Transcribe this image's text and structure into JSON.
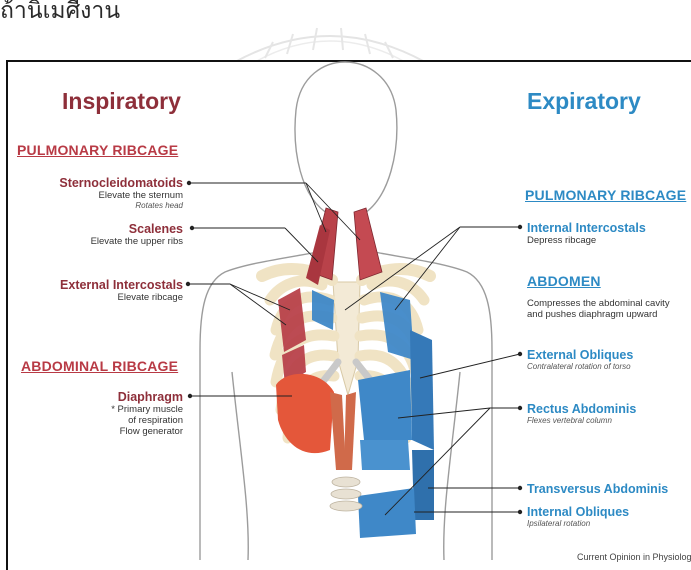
{
  "caption": {
    "top_text": "ถ้านิเมศีงาน"
  },
  "headings": {
    "inspiratory": "Inspiratory",
    "expiratory": "Expiratory"
  },
  "left": {
    "pulmonary_section": "PULMONARY RIBCAGE",
    "abdominal_section": "ABDOMINAL RIBCAGE",
    "sternocleidomastoids": {
      "name": "Sternocleidomatoids",
      "line1": "Elevate the sternum",
      "line2": "Rotates head"
    },
    "scalenes": {
      "name": "Scalenes",
      "line1": "Elevate the upper ribs"
    },
    "external_intercostals": {
      "name": "External Intercostals",
      "line1": "Elevate ribcage"
    },
    "diaphragm": {
      "name": "Diaphragm",
      "line1": "* Primary muscle",
      "line2": "of respiration",
      "line3": "Flow generator"
    }
  },
  "right": {
    "pulmonary_section": "PULMONARY RIBCAGE",
    "abdomen_section": "ABDOMEN",
    "internal_intercostals": {
      "name": "Internal Intercostals",
      "line1": "Depress ribcage"
    },
    "abdomen_desc": {
      "line1": "Compresses the abdominal cavity",
      "line2": "and pushes diaphragm upward"
    },
    "external_obliques": {
      "name": "External Obliques",
      "line1": "Contralateral rotation of torso"
    },
    "rectus_abdominis": {
      "name": "Rectus Abdominis",
      "line1": "Flexes vertebral column"
    },
    "transversus_abdominis": {
      "name": "Transversus Abdominis"
    },
    "internal_obliques": {
      "name": "Internal Obliques",
      "line1": "Ipsilateral rotation"
    }
  },
  "credit": "Current Opinion in Physiology",
  "colors": {
    "inspiratory_red": "#8e2f3a",
    "section_red": "#b83a45",
    "expiratory_blue": "#2d8ac4",
    "rib_bone": "#f0e3c4",
    "cartilage_gray": "#c9c9c9",
    "muscle_red": "#b9424a",
    "muscle_orange": "#e4573a",
    "muscle_blue": "#3f88c8",
    "body_outline": "#9c9c9c"
  }
}
